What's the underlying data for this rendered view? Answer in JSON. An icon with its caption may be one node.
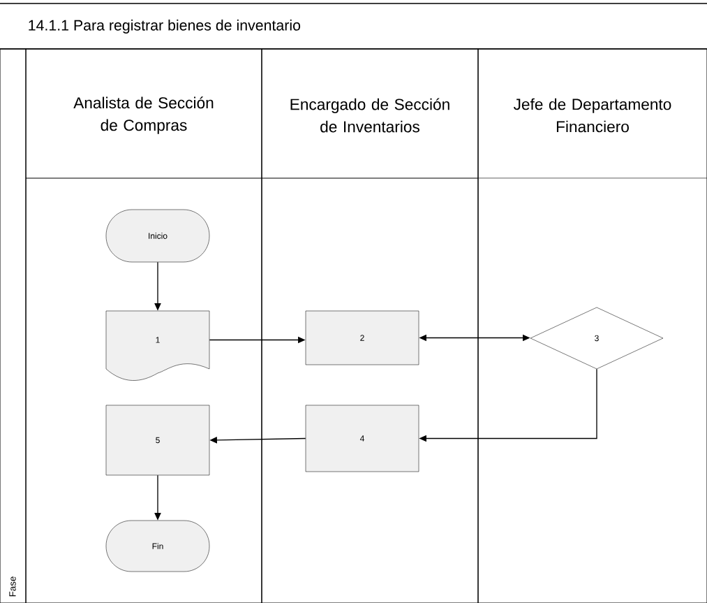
{
  "diagram": {
    "title": "14.1.1 Para registrar bienes de inventario",
    "nodes": [
      {
        "text": [
          "Fase"
        ]
      },
      {
        "text": [
          "Analista de Sección de Compras"
        ]
      },
      {
        "text": [
          "Encargado de Sección de Inventarios"
        ]
      },
      {
        "text": [
          "Jefe de Departamento Financiero"
        ]
      },
      {
        "text": [
          "Inicio"
        ],
        "in": 1
      },
      {
        "text": [
          "1"
        ],
        "in": 1
      },
      {
        "text": [
          "2"
        ],
        "in": 2
      },
      {
        "text": [
          "3"
        ],
        "in": 3
      },
      {
        "text": [
          "4"
        ],
        "in": 2
      },
      {
        "text": [
          "5"
        ],
        "in": 1
      },
      {
        "text": [
          "Fin"
        ],
        "in": 1
      }
    ],
    "edges": [
      {
        "from": 4,
        "to": 5,
        "arrow": "to"
      },
      {
        "from": 5,
        "to": 6,
        "arrow": "to"
      },
      {
        "from": 6,
        "to": 7,
        "arrow": "both"
      },
      {
        "from": 7,
        "to": 8,
        "arrow": "to"
      },
      {
        "from": 8,
        "to": 9,
        "arrow": "to"
      },
      {
        "from": 9,
        "to": 10,
        "arrow": "to"
      }
    ]
  }
}
